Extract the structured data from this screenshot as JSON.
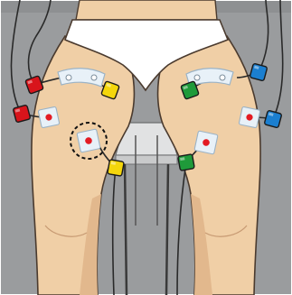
{
  "illustration": {
    "colors": {
      "background": "#9a9c9e",
      "background_dark": "#7f8183",
      "skin": "#f0cfa6",
      "skin_shadow": "#e2b88d",
      "outline": "#4a3a2e",
      "underwear": "#ffffff",
      "chair": "#d9dadb",
      "wire": "#2a2a2a",
      "electrode_pad": "#e8f1f8",
      "electrode_pad_edge": "#9bb3c6",
      "electrode_dot": "#e31b23",
      "marker_circle": "#111111"
    },
    "connector_colors": {
      "red": "#d8141b",
      "yellow": "#f4d60c",
      "green": "#1f9a3a",
      "blue": "#1b7fd0"
    },
    "connectors": [
      {
        "id": "left-red-upper",
        "color": "red"
      },
      {
        "id": "left-red-lower",
        "color": "red"
      },
      {
        "id": "left-yellow-upper",
        "color": "yellow"
      },
      {
        "id": "left-yellow-lower",
        "color": "yellow"
      },
      {
        "id": "right-green-upper",
        "color": "green"
      },
      {
        "id": "right-green-lower",
        "color": "green"
      },
      {
        "id": "right-blue-upper",
        "color": "blue"
      },
      {
        "id": "right-blue-lower",
        "color": "blue"
      }
    ]
  }
}
